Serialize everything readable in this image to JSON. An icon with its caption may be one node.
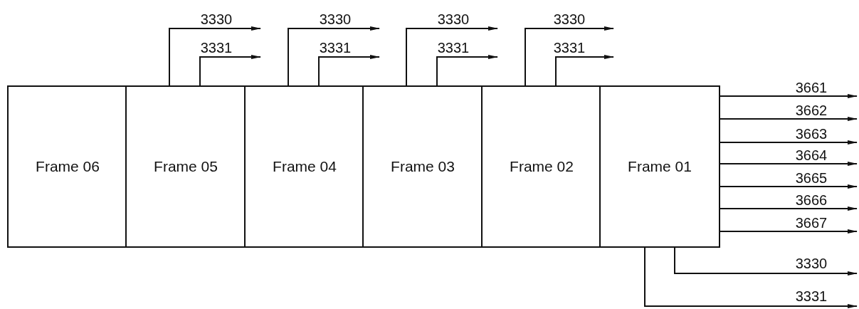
{
  "diagram": {
    "nodes": [
      {
        "text": [
          "Frame 06"
        ]
      },
      {
        "text": [
          "Frame 05"
        ]
      },
      {
        "text": [
          "Frame 04"
        ]
      },
      {
        "text": [
          "Frame 03"
        ]
      },
      {
        "text": [
          "Frame 02"
        ]
      },
      {
        "text": [
          "Frame 01"
        ]
      }
    ],
    "edges": [
      {
        "from": 1,
        "to": null,
        "arrow": "to",
        "label": "3330"
      },
      {
        "from": 1,
        "to": null,
        "arrow": "to",
        "label": "3331"
      },
      {
        "from": 2,
        "to": null,
        "arrow": "to",
        "label": "3330"
      },
      {
        "from": 2,
        "to": null,
        "arrow": "to",
        "label": "3331"
      },
      {
        "from": 3,
        "to": null,
        "arrow": "to",
        "label": "3330"
      },
      {
        "from": 3,
        "to": null,
        "arrow": "to",
        "label": "3331"
      },
      {
        "from": 4,
        "to": null,
        "arrow": "to",
        "label": "3330"
      },
      {
        "from": 4,
        "to": null,
        "arrow": "to",
        "label": "3331"
      },
      {
        "from": 5,
        "to": null,
        "arrow": "to",
        "label": "3661"
      },
      {
        "from": 5,
        "to": null,
        "arrow": "to",
        "label": "3662"
      },
      {
        "from": 5,
        "to": null,
        "arrow": "to",
        "label": "3663"
      },
      {
        "from": 5,
        "to": null,
        "arrow": "to",
        "label": "3664"
      },
      {
        "from": 5,
        "to": null,
        "arrow": "to",
        "label": "3665"
      },
      {
        "from": 5,
        "to": null,
        "arrow": "to",
        "label": "3666"
      },
      {
        "from": 5,
        "to": null,
        "arrow": "to",
        "label": "3667"
      },
      {
        "from": 5,
        "to": null,
        "arrow": "to",
        "label": "3330"
      },
      {
        "from": 5,
        "to": null,
        "arrow": "to",
        "label": "3331"
      }
    ]
  }
}
